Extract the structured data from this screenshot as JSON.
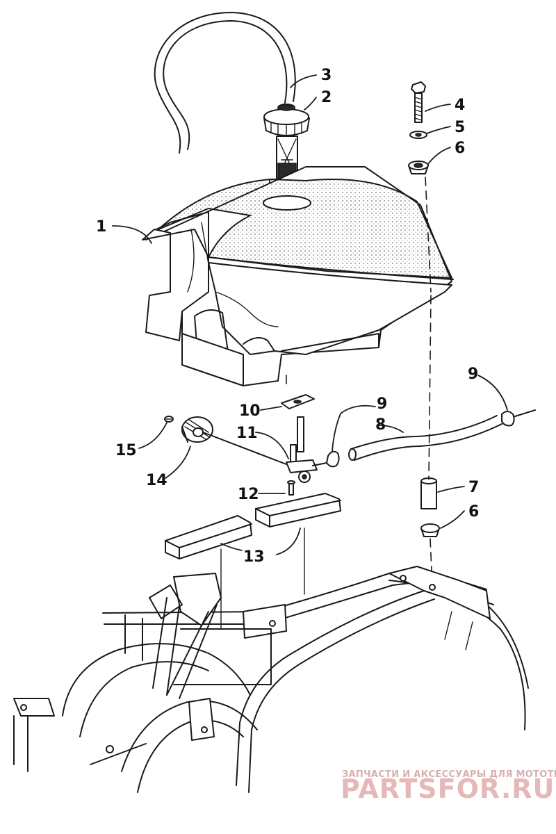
{
  "diagram": {
    "callouts": [
      {
        "id": "c1",
        "label": "1"
      },
      {
        "id": "c2",
        "label": "2"
      },
      {
        "id": "c3",
        "label": "3"
      },
      {
        "id": "c4",
        "label": "4"
      },
      {
        "id": "c5",
        "label": "5"
      },
      {
        "id": "c6a",
        "label": "6"
      },
      {
        "id": "c6b",
        "label": "6"
      },
      {
        "id": "c7",
        "label": "7"
      },
      {
        "id": "c8",
        "label": "8"
      },
      {
        "id": "c9a",
        "label": "9"
      },
      {
        "id": "c9b",
        "label": "9"
      },
      {
        "id": "c10",
        "label": "10"
      },
      {
        "id": "c11",
        "label": "11"
      },
      {
        "id": "c12",
        "label": "12"
      },
      {
        "id": "c13",
        "label": "13"
      },
      {
        "id": "c14",
        "label": "14"
      },
      {
        "id": "c15",
        "label": "15"
      }
    ]
  },
  "watermark": {
    "tagline": "ЗАПЧАСТИ И АКСЕССУАРЫ ДЛЯ МОТОТЕХНИКИ",
    "logo": "PARTSFOR.RU"
  }
}
